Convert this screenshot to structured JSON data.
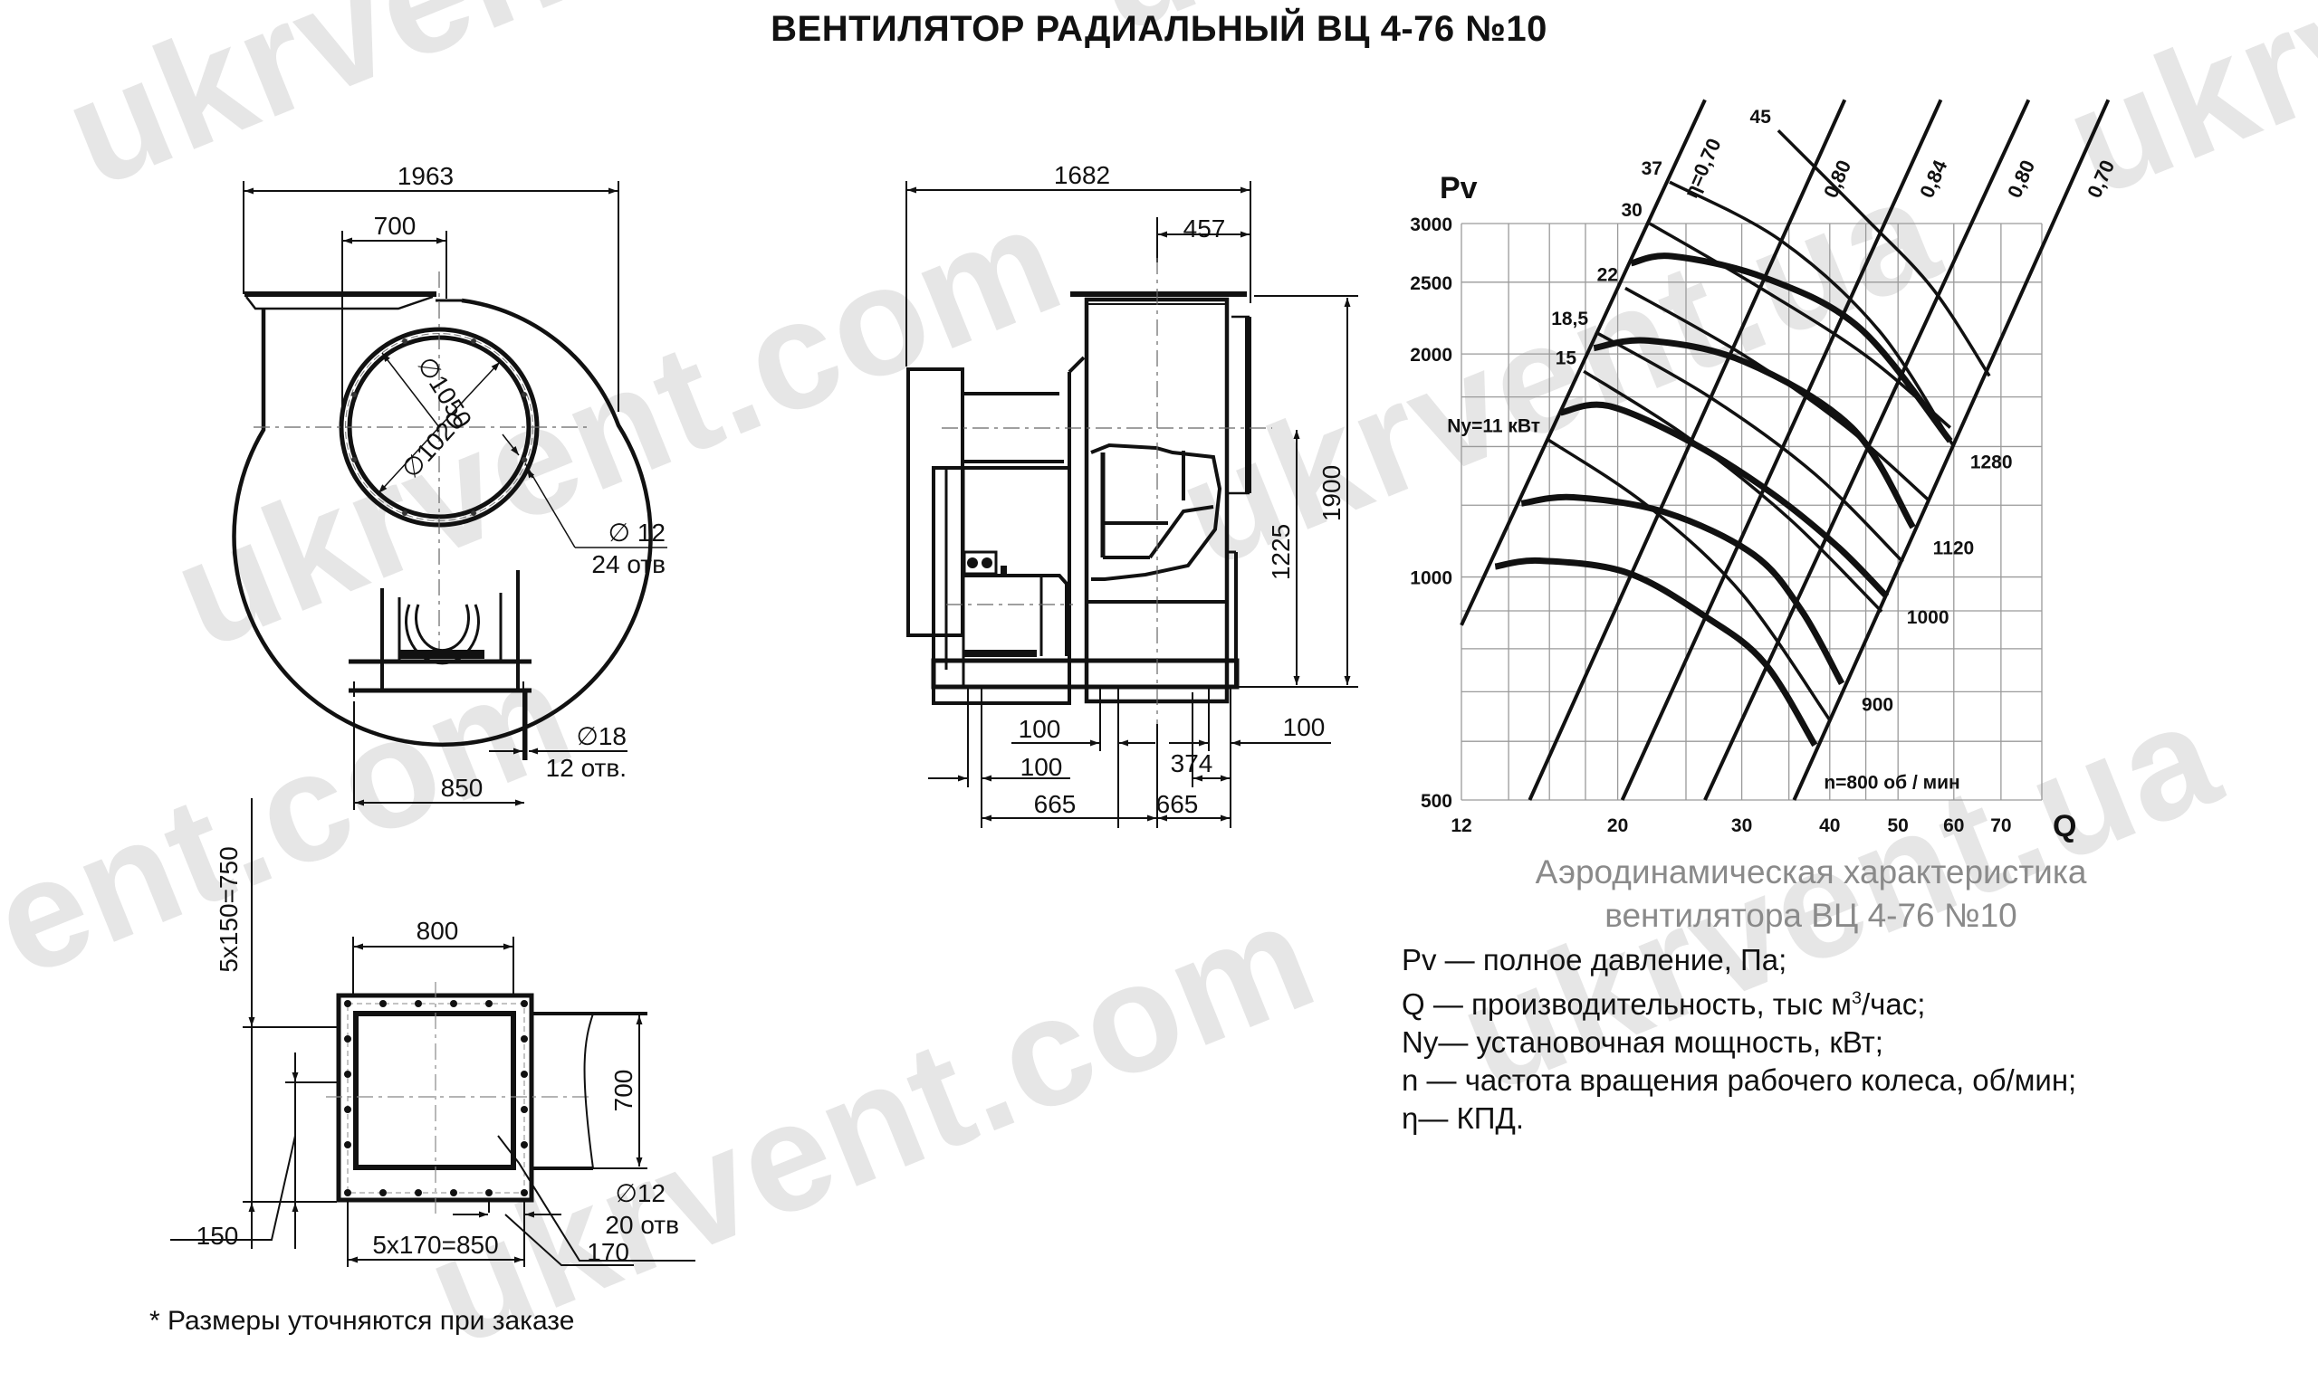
{
  "title": "ВЕНТИЛЯТОР РАДИАЛЬНЫЙ  ВЦ 4-76 №10",
  "watermark": "ukrvent.com.ua",
  "watermarks": [
    "ukrvent.com",
    "ukrvent.ua",
    "ukrvent.com",
    "ukrvent.ua",
    "ukrvent.com",
    "ukrvent.ua",
    "ukrvent.com",
    "ukrvent.ua"
  ],
  "front_view": {
    "overall_width": "1963",
    "outlet_offset": "700",
    "outer_diameter": "∅1050",
    "inner_diameter": "∅1020",
    "holes_diameter": "∅ 12",
    "holes_count": "24 отв",
    "base_width": "850",
    "base_holes_diameter": "∅18",
    "base_holes_count": "12 отв."
  },
  "side_view": {
    "overall_length": "1682",
    "axis_offset": "457",
    "overall_height": "1900",
    "axis_height": "1225",
    "dim_100_a": "100",
    "dim_100_b": "100",
    "dim_100_c": "100",
    "dim_374": "374",
    "dim_665_a": "665",
    "dim_665_b": "665"
  },
  "flange_view": {
    "vertical_pitch": "5x150=750",
    "inner_width": "800",
    "inner_height": "700",
    "pitch_150": "150",
    "horizontal_pitch": "5x170=850",
    "pitch_170": "170",
    "holes_diameter": "∅12",
    "holes_count": "20 отв"
  },
  "footnote": "* Размеры уточняются при заказе",
  "chart_caption": [
    "Аэродинамическая характеристика",
    "вентилятора  ВЦ 4-76 №10"
  ],
  "legend": [
    {
      "symbol": "Pv",
      "text": " — полное давление, Па;"
    },
    {
      "symbol": "Q",
      "text": "  — производительность, тыс м",
      "sup": "3",
      "after": "/час;"
    },
    {
      "symbol": "Ny",
      "text": "— установочная мощность, кВт;"
    },
    {
      "symbol": "n",
      "text": " — частота вращения рабочего колеса,  об/мин;"
    },
    {
      "symbol": "η",
      "text": "— КПД."
    }
  ],
  "chart_data": {
    "type": "line",
    "title": "Аэродинамическая характеристика вентилятора ВЦ 4-76 №10",
    "xlabel": "Q",
    "ylabel": "Pv",
    "xscale": "log",
    "yscale": "log",
    "xlim": [
      12,
      80
    ],
    "ylim": [
      500,
      3000
    ],
    "grid": true,
    "x_ticks": [
      12,
      20,
      30,
      40,
      50,
      60,
      70
    ],
    "y_ticks": [
      500,
      1000,
      2000,
      2500,
      3000
    ],
    "x_grid": [
      12,
      14,
      16,
      18,
      20,
      25,
      30,
      35,
      40,
      45,
      50,
      60,
      70,
      80
    ],
    "y_grid": [
      500,
      600,
      700,
      800,
      900,
      1000,
      1250,
      1500,
      1750,
      2000,
      2500,
      3000
    ],
    "speed_curves": [
      {
        "name": "n=800 об / мин",
        "label": "n=800  об /  мин",
        "points": [
          [
            13.4,
            1033
          ],
          [
            15.5,
            1052
          ],
          [
            20.6,
            1014
          ],
          [
            26.6,
            885
          ],
          [
            32.3,
            766
          ],
          [
            38.1,
            593
          ]
        ]
      },
      {
        "name": "900",
        "label": "900",
        "points": [
          [
            14.6,
            1257
          ],
          [
            17.3,
            1281
          ],
          [
            23.4,
            1222
          ],
          [
            31.2,
            1072
          ],
          [
            36.5,
            900
          ],
          [
            41.6,
            718
          ]
        ]
      },
      {
        "name": "1000",
        "label": "1000",
        "points": [
          [
            16.6,
            1667
          ],
          [
            19.4,
            1702
          ],
          [
            25.4,
            1521
          ],
          [
            33.0,
            1300
          ],
          [
            41.0,
            1100
          ],
          [
            48.2,
            941
          ]
        ]
      },
      {
        "name": "1120",
        "label": "1120",
        "points": [
          [
            18.5,
            2037
          ],
          [
            22.1,
            2085
          ],
          [
            30.2,
            1954
          ],
          [
            43.0,
            1591
          ],
          [
            52.5,
            1167
          ]
        ]
      },
      {
        "name": "1280",
        "label": "1280",
        "points": [
          [
            20.9,
            2652
          ],
          [
            23.9,
            2710
          ],
          [
            32.3,
            2536
          ],
          [
            44.2,
            2165
          ],
          [
            59.3,
            1526
          ]
        ]
      }
    ],
    "power_curves": [
      {
        "name": "Ny=11 кВт",
        "label": "Ny=11 кВт",
        "points": [
          [
            15.9,
            1534
          ],
          [
            22.0,
            1250
          ],
          [
            30.0,
            950
          ],
          [
            40.0,
            641
          ]
        ]
      },
      {
        "name": "15",
        "label": "15",
        "points": [
          [
            17.9,
            1895
          ],
          [
            25.0,
            1550
          ],
          [
            35.0,
            1200
          ],
          [
            47.4,
            898
          ]
        ]
      },
      {
        "name": "18,5",
        "label": "18,5",
        "points": [
          [
            18.6,
            2141
          ],
          [
            27.0,
            1750
          ],
          [
            38.0,
            1380
          ],
          [
            50.8,
            1048
          ]
        ]
      },
      {
        "name": "22",
        "label": "22",
        "points": [
          [
            20.5,
            2454
          ],
          [
            30.0,
            2000
          ],
          [
            42.0,
            1600
          ],
          [
            55.3,
            1269
          ]
        ]
      },
      {
        "name": "30",
        "label": "30",
        "points": [
          [
            22.2,
            3000
          ],
          [
            32.0,
            2450
          ],
          [
            45.0,
            1990
          ],
          [
            59.3,
            1591
          ]
        ]
      },
      {
        "name": "37",
        "label": "37",
        "points": [
          [
            23.7,
            3413
          ],
          [
            34.0,
            2850
          ],
          [
            47.0,
            2150
          ],
          [
            60.0,
            1500
          ]
        ]
      },
      {
        "name": "45",
        "label": "45",
        "points": [
          [
            33.8,
            4006
          ],
          [
            45.0,
            3050
          ],
          [
            56.0,
            2450
          ],
          [
            67.4,
            1868
          ]
        ]
      }
    ],
    "efficiency_lines": [
      {
        "name": "η=0,70",
        "label": "η=0,70",
        "points": [
          [
            12.0,
            861
          ],
          [
            26.6,
            4406
          ]
        ]
      },
      {
        "name": "0,80",
        "label": "0,80",
        "points": [
          [
            15.0,
            500
          ],
          [
            42.0,
            4406
          ]
        ]
      },
      {
        "name": "0,84",
        "label": "0,84",
        "points": [
          [
            20.3,
            500
          ],
          [
            57.5,
            4406
          ]
        ]
      },
      {
        "name": "0,80",
        "label": "0,80",
        "points": [
          [
            26.6,
            500
          ],
          [
            76.6,
            4406
          ]
        ]
      },
      {
        "name": "0,70",
        "label": "0,70",
        "points": [
          [
            35.6,
            500
          ],
          [
            99.4,
            4406
          ]
        ]
      }
    ]
  }
}
